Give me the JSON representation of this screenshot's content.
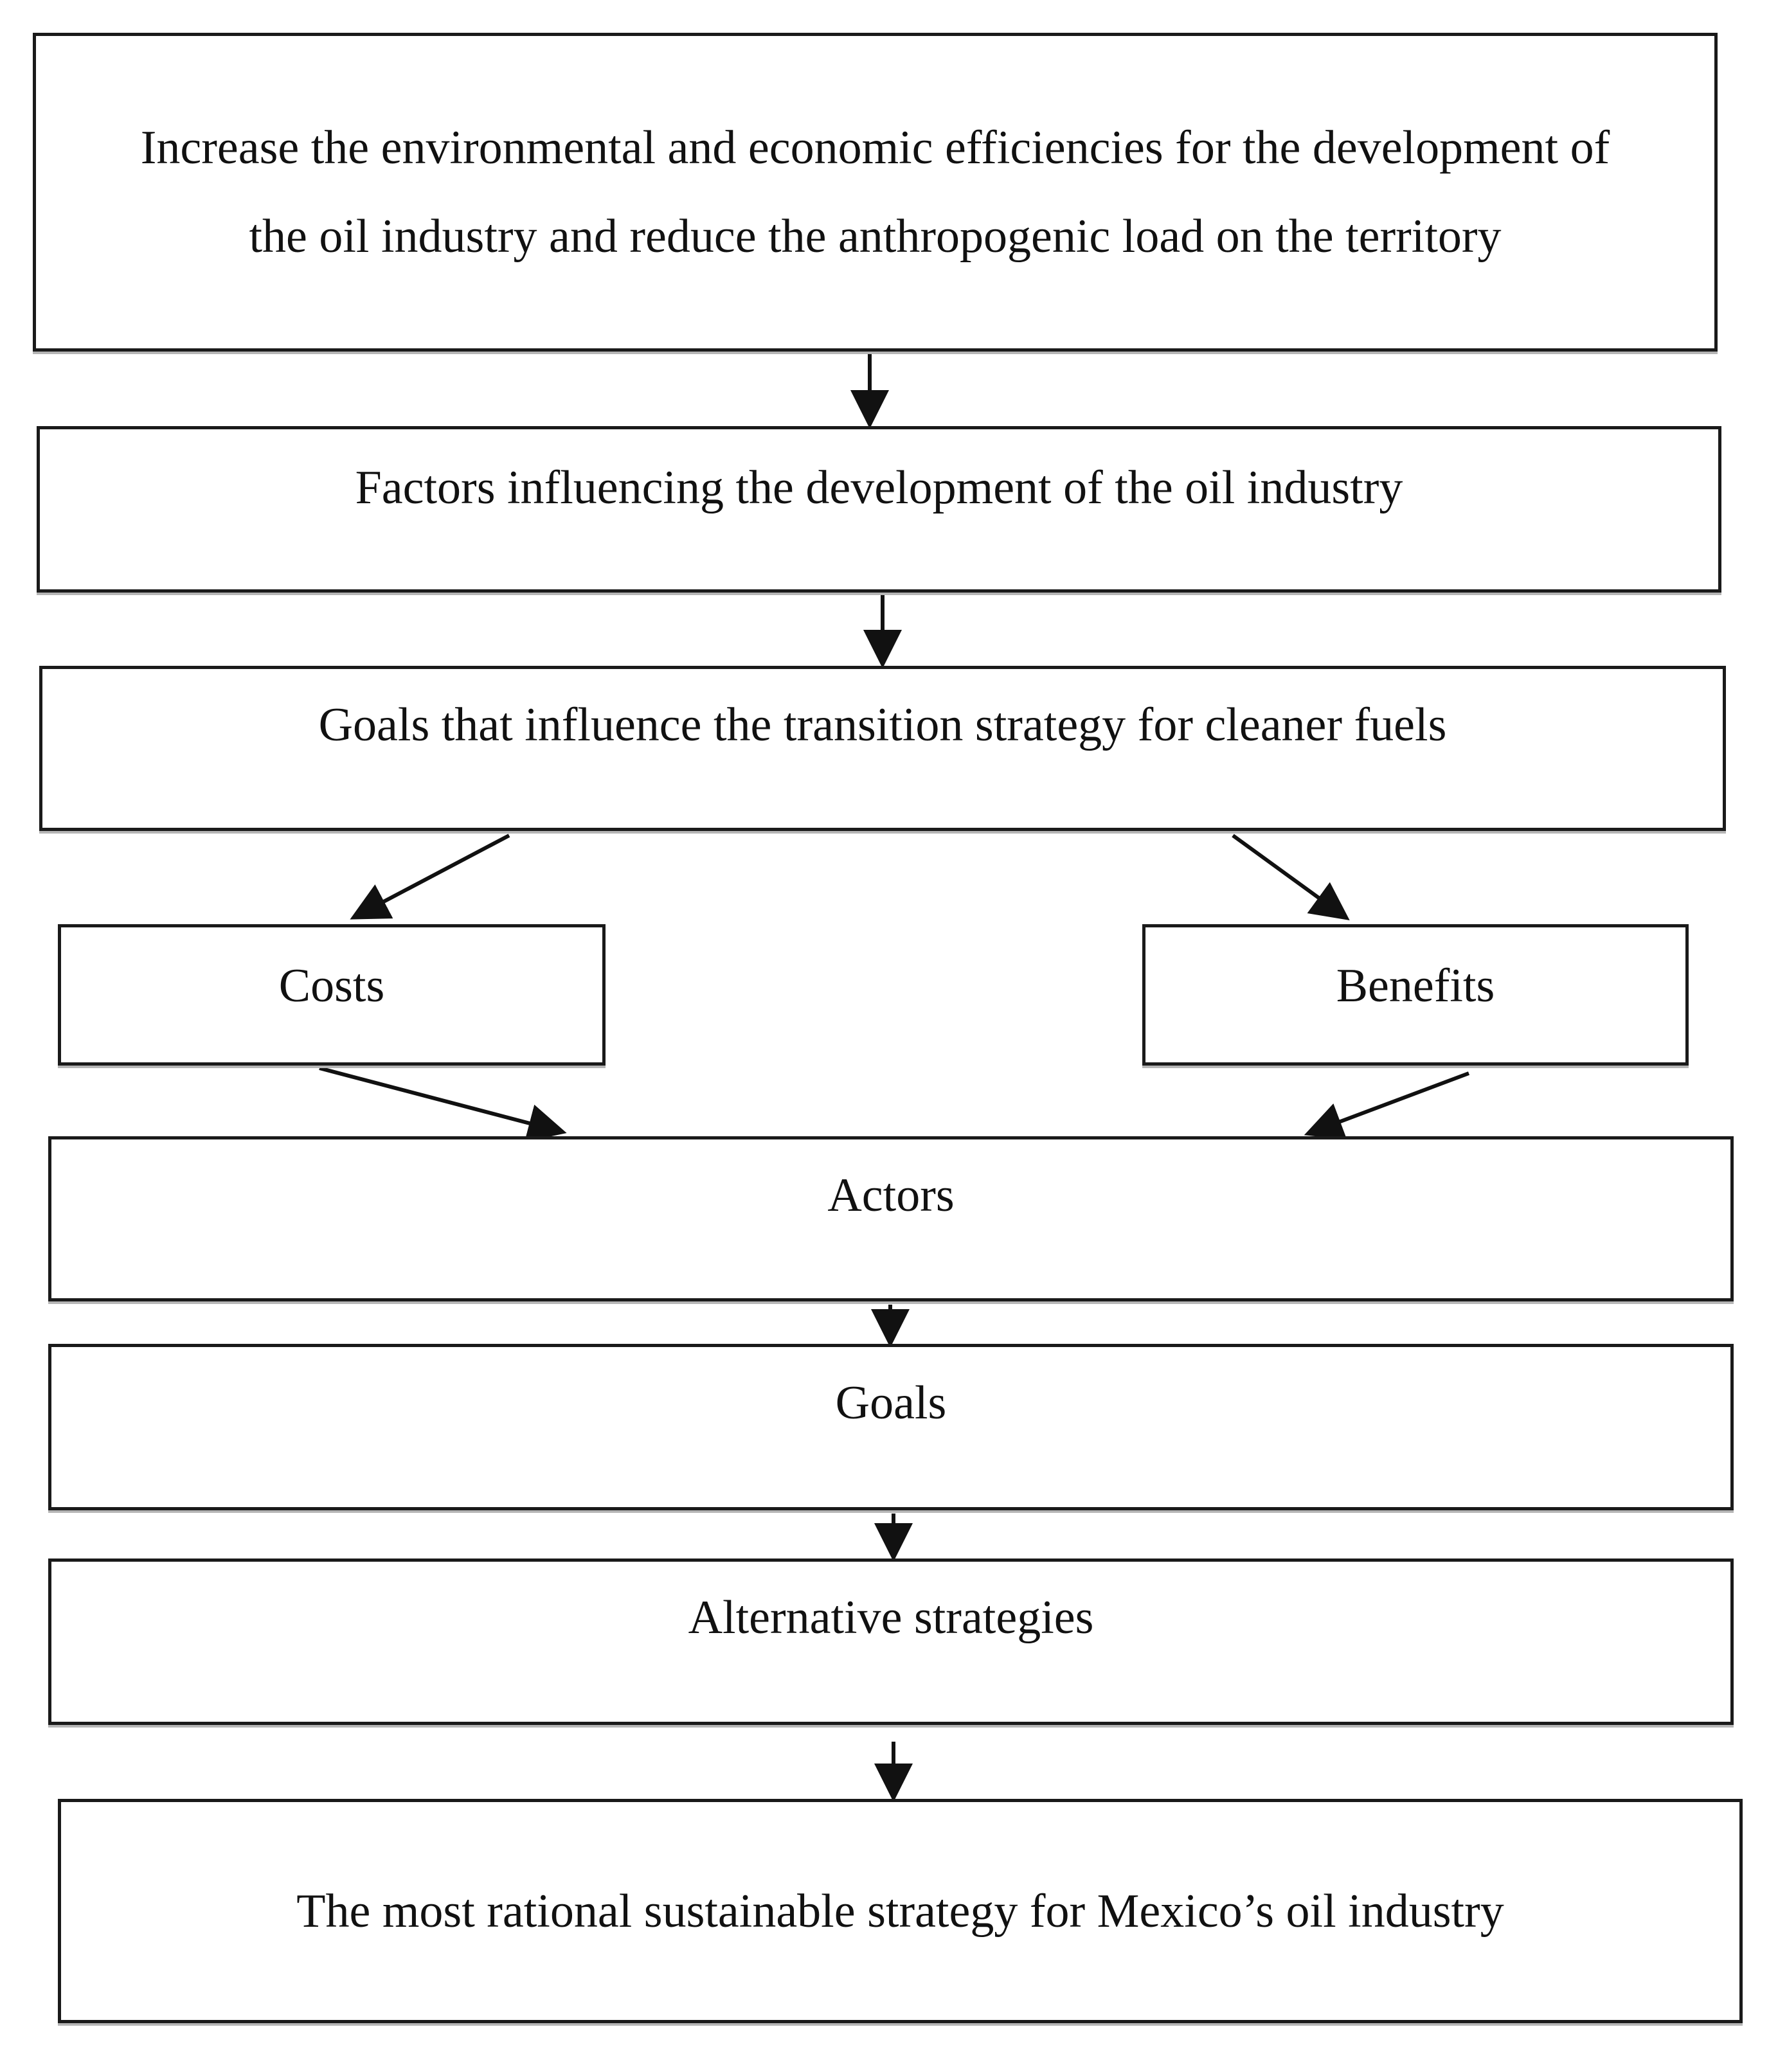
{
  "diagram": {
    "type": "flowchart",
    "nodes": [
      {
        "id": "objective",
        "label": "Increase the environmental and economic efficiencies for the development of the oil industry and reduce the anthropogenic load on the territory"
      },
      {
        "id": "factors",
        "label": "Factors influencing the development of the oil industry"
      },
      {
        "id": "transition_goals",
        "label": "Goals that influence the transition strategy for cleaner fuels"
      },
      {
        "id": "costs",
        "label": "Costs"
      },
      {
        "id": "benefits",
        "label": "Benefits"
      },
      {
        "id": "actors",
        "label": "Actors"
      },
      {
        "id": "goals",
        "label": "Goals"
      },
      {
        "id": "alternatives",
        "label": "Alternative strategies"
      },
      {
        "id": "result",
        "label": "The most rational sustainable strategy for Mexico’s oil industry"
      }
    ],
    "edges": [
      {
        "from": "objective",
        "to": "factors"
      },
      {
        "from": "factors",
        "to": "transition_goals"
      },
      {
        "from": "transition_goals",
        "to": "costs"
      },
      {
        "from": "transition_goals",
        "to": "benefits"
      },
      {
        "from": "costs",
        "to": "actors"
      },
      {
        "from": "benefits",
        "to": "actors"
      },
      {
        "from": "actors",
        "to": "goals"
      },
      {
        "from": "goals",
        "to": "alternatives"
      },
      {
        "from": "alternatives",
        "to": "result"
      }
    ]
  },
  "colors": {
    "stroke": "#1a1a1a",
    "background": "#ffffff",
    "shadow": "#b5b5b5"
  }
}
